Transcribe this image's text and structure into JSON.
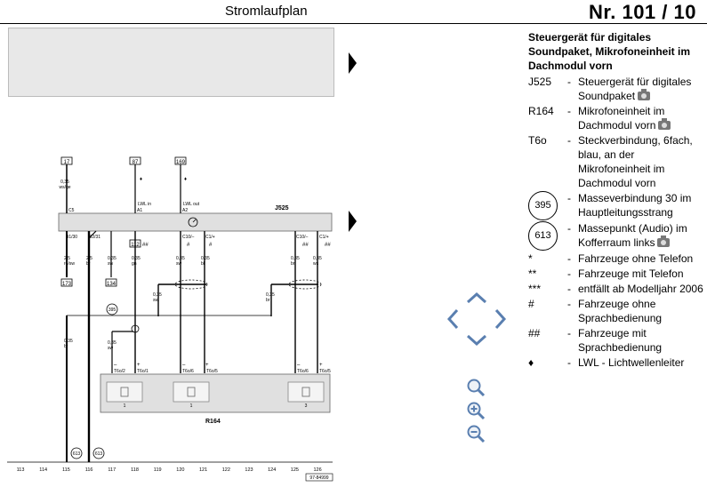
{
  "header": {
    "title": "Stromlaufplan",
    "number": "Nr.  101 / 10"
  },
  "diagram": {
    "ref_top": [
      {
        "code": "17",
        "wire": "0,35\nws/ge"
      },
      {
        "code": "87",
        "wire": "LWL in"
      },
      {
        "code": "169",
        "wire": "LWL out"
      }
    ],
    "j525_pins_top": [
      "C5",
      "A1",
      "A2"
    ],
    "j525_label": "J525",
    "j525_pins_bottom": [
      "B1/30",
      "B2/31",
      "C10/–",
      "C1/+",
      "C10/–",
      "C1/+"
    ],
    "wire_labels": [
      "2,5\nro/sw",
      "2,5\nbr",
      "0,35\nsw",
      "0,35\ngn",
      "0,35\nsw",
      "0,35\nbl",
      "0,35\nbr",
      "0,35\nws",
      "0,35\nsw",
      "0,35\nsw",
      "0,35\nbr",
      "0,35\nsw"
    ],
    "ref_codes": [
      "173",
      "134",
      "112",
      "395",
      "613",
      "613"
    ],
    "r164_pins": [
      "T6o/2",
      "T6o/1",
      "T6o/6",
      "T6o/5",
      "T6o/6",
      "T6o/5"
    ],
    "r164_units": [
      "1",
      "1",
      "3"
    ],
    "r164_label": "R164",
    "marks": [
      "#",
      "##",
      "#",
      "##",
      "#",
      "##",
      "♦",
      "♦",
      "–",
      "+",
      "–",
      "+",
      "–",
      "+"
    ],
    "bottom_numbers": [
      "113",
      "114",
      "115",
      "116",
      "117",
      "118",
      "119",
      "120",
      "121",
      "122",
      "123",
      "124",
      "125",
      "126"
    ],
    "doc_code": "97-84999"
  },
  "legend": {
    "title": "Steuergerät für digitales Soundpaket, Mikrofoneinheit im Dachmodul vorn",
    "items": [
      {
        "sym": "J525",
        "text": "Steuergerät für digitales Soundpaket",
        "camera": true,
        "circle": false
      },
      {
        "sym": "R164",
        "text": "Mikrofoneinheit im Dachmodul vorn",
        "camera": true,
        "circle": false
      },
      {
        "sym": "T6o",
        "text": "Steckverbindung, 6fach, blau, an der Mikrofoneinheit im Dachmodul vorn",
        "camera": false,
        "circle": false
      },
      {
        "sym": "395",
        "text": "Masseverbindung 30 im Hauptleitungsstrang",
        "camera": false,
        "circle": true
      },
      {
        "sym": "613",
        "text": "Massepunkt (Audio) im Kofferraum links",
        "camera": true,
        "circle": true
      },
      {
        "sym": "*",
        "text": "Fahrzeuge ohne Telefon",
        "camera": false,
        "circle": false
      },
      {
        "sym": "**",
        "text": "Fahrzeuge mit Telefon",
        "camera": false,
        "circle": false
      },
      {
        "sym": "***",
        "text": "entfällt ab Modelljahr 2006",
        "camera": false,
        "circle": false
      },
      {
        "sym": "#",
        "text": "Fahrzeuge ohne Sprachbedienung",
        "camera": false,
        "circle": false
      },
      {
        "sym": "##",
        "text": "Fahrzeuge mit Sprachbedienung",
        "camera": false,
        "circle": false
      },
      {
        "sym": "♦",
        "text": "LWL - Lichtwellenleiter",
        "camera": false,
        "circle": false
      }
    ]
  },
  "icons": {
    "nav": "pan-arrows-icon",
    "zoom_in": "zoom-in-icon",
    "zoom_out": "zoom-out-icon",
    "zoom_reset": "zoom-reset-icon"
  }
}
